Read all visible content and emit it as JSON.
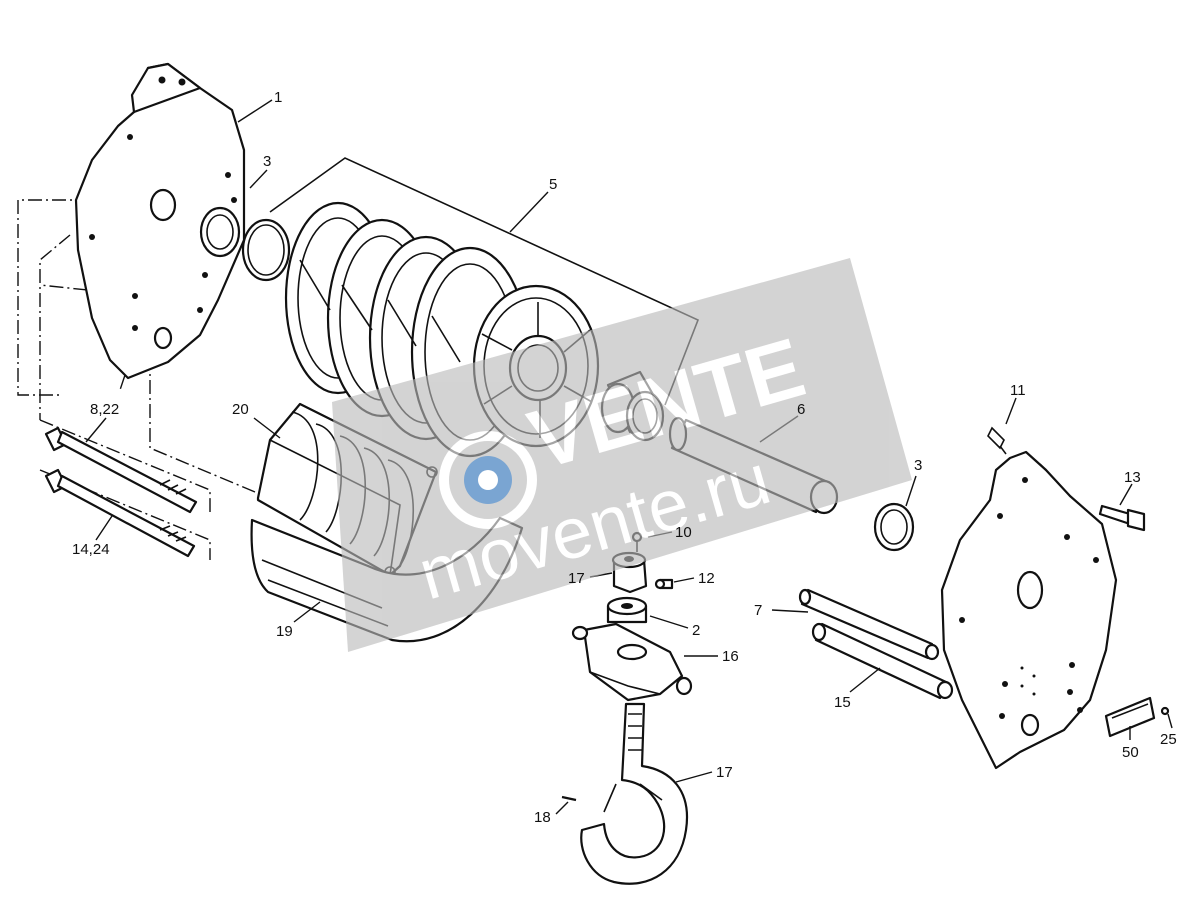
{
  "watermark": {
    "brand": "VENTE",
    "url": "movente.ru",
    "panel_color": "#b9b9b9",
    "accent_color": "#2a6fb8"
  },
  "callouts": {
    "c1": "1",
    "c3a": "3",
    "c5": "5",
    "c6": "6",
    "c3b": "3",
    "c11": "11",
    "c13": "13",
    "c822": "8,22",
    "c1424": "14,24",
    "c20": "20",
    "c19": "19",
    "c10": "10",
    "c17a": "17",
    "c12": "12",
    "c2": "2",
    "c16": "16",
    "c7": "7",
    "c15": "15",
    "c17b": "17",
    "c18": "18",
    "c50": "50",
    "c25": "25"
  }
}
